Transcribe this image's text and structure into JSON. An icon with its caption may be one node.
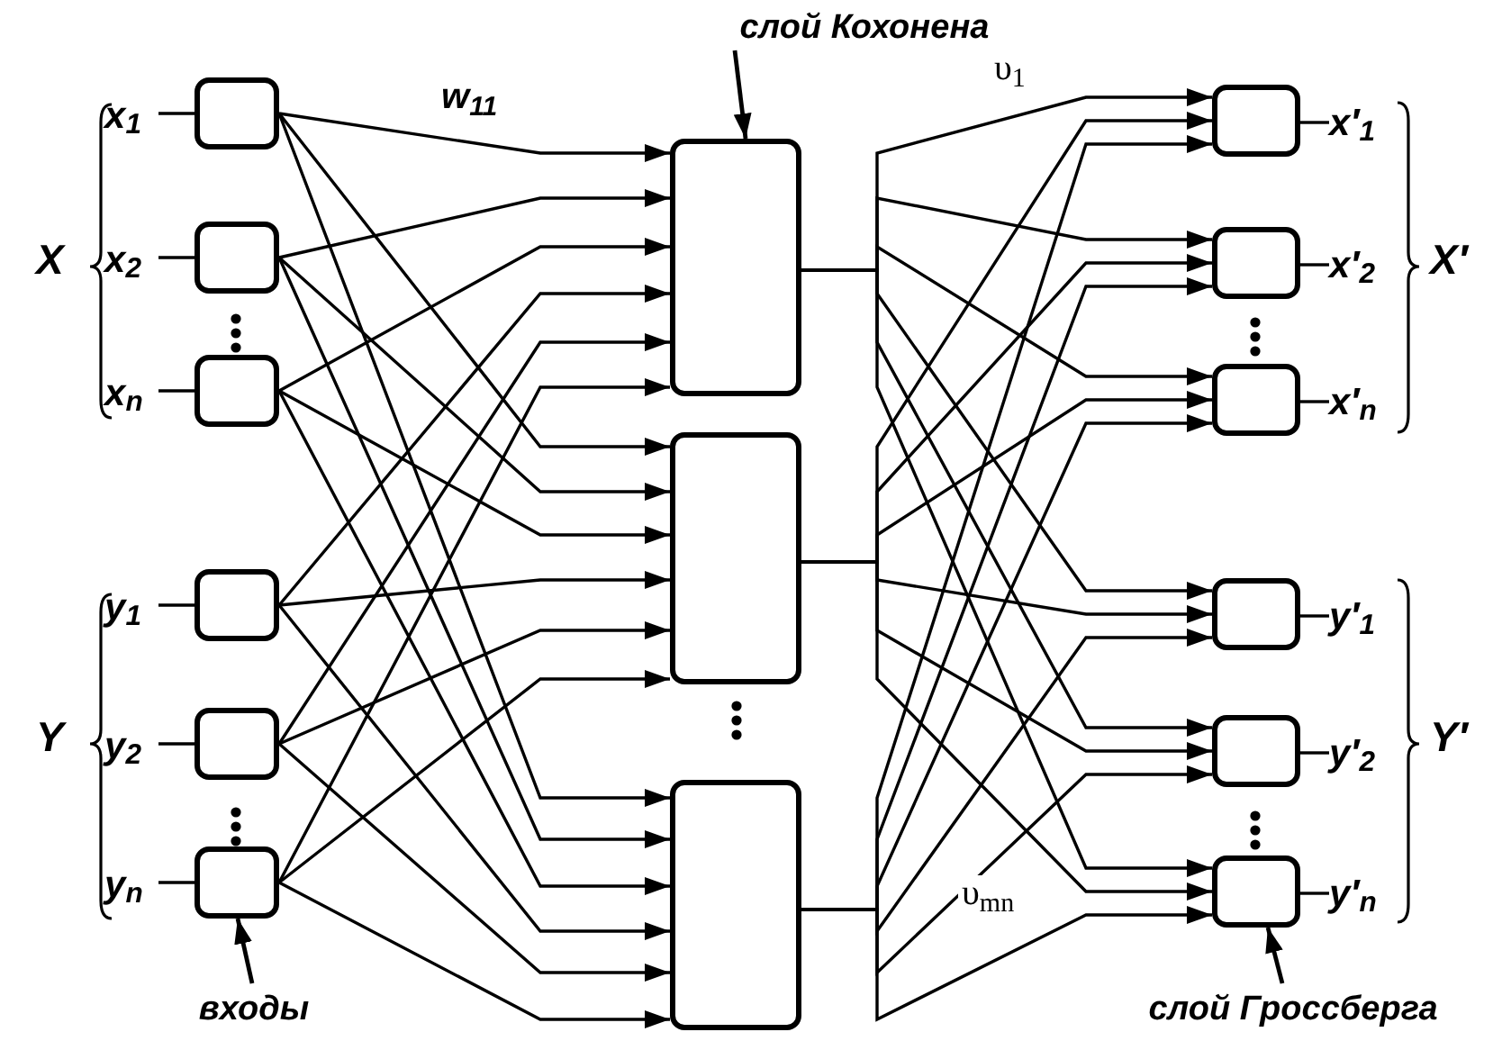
{
  "diagram": {
    "nodes": [
      {
        "text": [
          "слой Кохонена"
        ]
      },
      {
        "text": [
          "входы"
        ]
      },
      {
        "text": [
          "слой Гроссберга"
        ]
      },
      {
        "text": [
          "x$_{1}$"
        ]
      },
      {
        "text": [
          "x$_{2}$"
        ]
      },
      {
        "text": [
          "x$_{n}$"
        ]
      },
      {
        "text": [
          "y$_{1}$"
        ]
      },
      {
        "text": [
          "y$_{2}$"
        ]
      },
      {
        "text": [
          "y$_{n}$"
        ]
      },
      {
        "text": [],
        "shape": "box"
      },
      {
        "text": [],
        "shape": "box"
      },
      {
        "text": [],
        "shape": "box"
      },
      {
        "text": [],
        "shape": "box"
      },
      {
        "text": [],
        "shape": "box"
      },
      {
        "text": [],
        "shape": "box"
      },
      {
        "text": [],
        "shape": "box"
      },
      {
        "text": [],
        "shape": "box"
      },
      {
        "text": [],
        "shape": "box"
      },
      {
        "text": [],
        "shape": "box"
      },
      {
        "text": [],
        "shape": "box"
      },
      {
        "text": [],
        "shape": "box"
      },
      {
        "text": [],
        "shape": "box"
      },
      {
        "text": [],
        "shape": "box"
      },
      {
        "text": [],
        "shape": "box"
      },
      {
        "text": [
          "x′$_{1}$"
        ]
      },
      {
        "text": [
          "x′$_{2}$"
        ]
      },
      {
        "text": [
          "x′$_{n}$"
        ]
      },
      {
        "text": [
          "y′$_{1}$"
        ]
      },
      {
        "text": [
          "y′$_{2}$"
        ]
      },
      {
        "text": [
          "y′$_{n}$"
        ]
      }
    ],
    "edges": [
      {
        "from": 3,
        "to": 9,
        "arrow": "none"
      },
      {
        "from": 4,
        "to": 10,
        "arrow": "none"
      },
      {
        "from": 5,
        "to": 11,
        "arrow": "none"
      },
      {
        "from": 6,
        "to": 12,
        "arrow": "none"
      },
      {
        "from": 7,
        "to": 13,
        "arrow": "none"
      },
      {
        "from": 8,
        "to": 14,
        "arrow": "none"
      },
      {
        "from": 9,
        "to": 15,
        "arrow": "to",
        "label": "w$_{11}$"
      },
      {
        "from": 9,
        "to": 16,
        "arrow": "to"
      },
      {
        "from": 9,
        "to": 17,
        "arrow": "to"
      },
      {
        "from": 10,
        "to": 15,
        "arrow": "to"
      },
      {
        "from": 10,
        "to": 16,
        "arrow": "to"
      },
      {
        "from": 10,
        "to": 17,
        "arrow": "to"
      },
      {
        "from": 11,
        "to": 15,
        "arrow": "to"
      },
      {
        "from": 11,
        "to": 16,
        "arrow": "to"
      },
      {
        "from": 11,
        "to": 17,
        "arrow": "to"
      },
      {
        "from": 12,
        "to": 15,
        "arrow": "to"
      },
      {
        "from": 12,
        "to": 16,
        "arrow": "to"
      },
      {
        "from": 12,
        "to": 17,
        "arrow": "to"
      },
      {
        "from": 13,
        "to": 15,
        "arrow": "to"
      },
      {
        "from": 13,
        "to": 16,
        "arrow": "to"
      },
      {
        "from": 13,
        "to": 17,
        "arrow": "to"
      },
      {
        "from": 14,
        "to": 15,
        "arrow": "to"
      },
      {
        "from": 14,
        "to": 16,
        "arrow": "to"
      },
      {
        "from": 14,
        "to": 17,
        "arrow": "to"
      },
      {
        "from": 15,
        "to": 18,
        "arrow": "to",
        "label": "υ$_{1}$"
      },
      {
        "from": 15,
        "to": 19,
        "arrow": "to"
      },
      {
        "from": 15,
        "to": 20,
        "arrow": "to"
      },
      {
        "from": 15,
        "to": 21,
        "arrow": "to"
      },
      {
        "from": 15,
        "to": 22,
        "arrow": "to"
      },
      {
        "from": 15,
        "to": 23,
        "arrow": "to"
      },
      {
        "from": 16,
        "to": 18,
        "arrow": "to"
      },
      {
        "from": 16,
        "to": 19,
        "arrow": "to"
      },
      {
        "from": 16,
        "to": 20,
        "arrow": "to"
      },
      {
        "from": 16,
        "to": 21,
        "arrow": "to"
      },
      {
        "from": 16,
        "to": 22,
        "arrow": "to"
      },
      {
        "from": 16,
        "to": 23,
        "arrow": "to"
      },
      {
        "from": 17,
        "to": 18,
        "arrow": "to"
      },
      {
        "from": 17,
        "to": 19,
        "arrow": "to"
      },
      {
        "from": 17,
        "to": 20,
        "arrow": "to"
      },
      {
        "from": 17,
        "to": 21,
        "arrow": "to"
      },
      {
        "from": 17,
        "to": 22,
        "arrow": "to"
      },
      {
        "from": 17,
        "to": 23,
        "arrow": "to",
        "label": "υ$_{mn}$"
      },
      {
        "from": 18,
        "to": 24,
        "arrow": "none"
      },
      {
        "from": 19,
        "to": 25,
        "arrow": "none"
      },
      {
        "from": 20,
        "to": 26,
        "arrow": "none"
      },
      {
        "from": 21,
        "to": 27,
        "arrow": "none"
      },
      {
        "from": 22,
        "to": 28,
        "arrow": "none"
      },
      {
        "from": 23,
        "to": 29,
        "arrow": "none"
      },
      {
        "from": 0,
        "to": 15,
        "arrow": "to"
      },
      {
        "from": 1,
        "to": 14,
        "arrow": "to"
      },
      {
        "from": 2,
        "to": 23,
        "arrow": "to"
      }
    ],
    "labels": [
      "X",
      "Y",
      "X′",
      "Y′"
    ]
  }
}
